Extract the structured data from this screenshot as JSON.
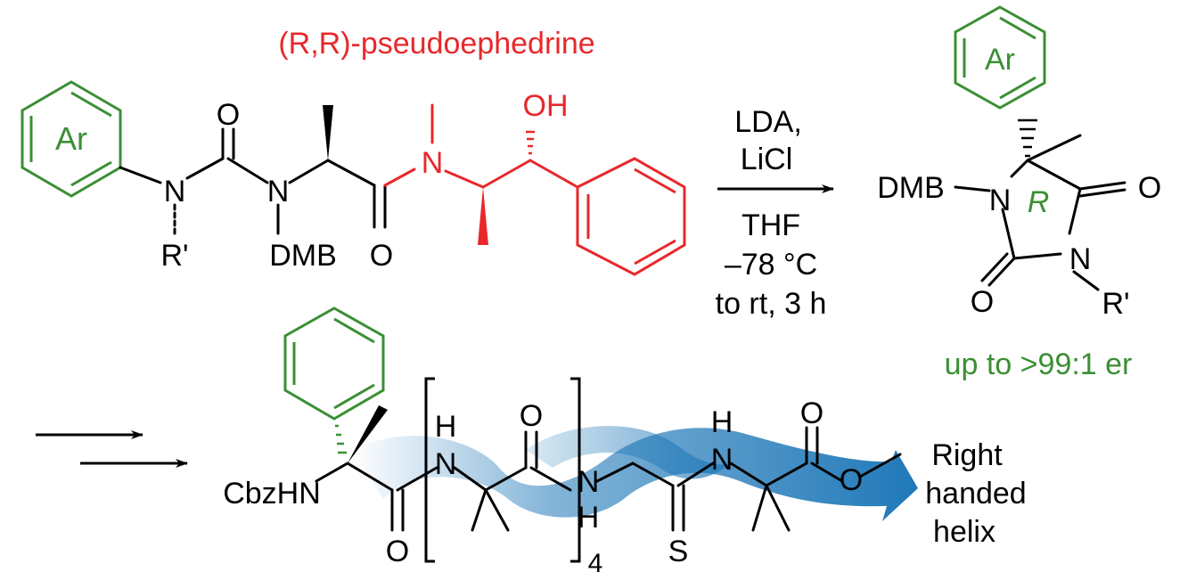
{
  "colors": {
    "bond": "#000000",
    "auxiliary": "#e8282b",
    "aryl": "#3b8f35",
    "helix": "#1f78b8"
  },
  "reactant": {
    "auxiliary_label": "(R,R)-pseudoephedrine",
    "aryl_label": "Ar",
    "n_left": "N",
    "r_prime": "R'",
    "o_urea": "O",
    "n_dmb": "N",
    "dmb": "DMB",
    "o_amide": "O",
    "n_methyl": "N",
    "oh": "OH"
  },
  "conditions": {
    "line1": "LDA,",
    "line2": "LiCl",
    "line3": "THF",
    "line4": "–78 °C",
    "line5": "to rt, 3 h"
  },
  "product": {
    "aryl_label": "Ar",
    "dmb": "DMB",
    "n1": "N",
    "stereo": "R",
    "o_top": "O",
    "n3": "N",
    "o_bottom": "O",
    "r_prime": "R'",
    "er": "up to >99:1 er"
  },
  "peptide": {
    "cbzhn": "CbzHN",
    "h1": "H",
    "n1": "N",
    "o1": "O",
    "o2": "O",
    "n2": "N",
    "h2": "H",
    "repeat": "4",
    "h3": "H",
    "n3": "N",
    "s": "S",
    "o3": "O",
    "o_ester": "O",
    "helix_line1": "Right",
    "helix_line2": "handed",
    "helix_line3": "helix"
  }
}
